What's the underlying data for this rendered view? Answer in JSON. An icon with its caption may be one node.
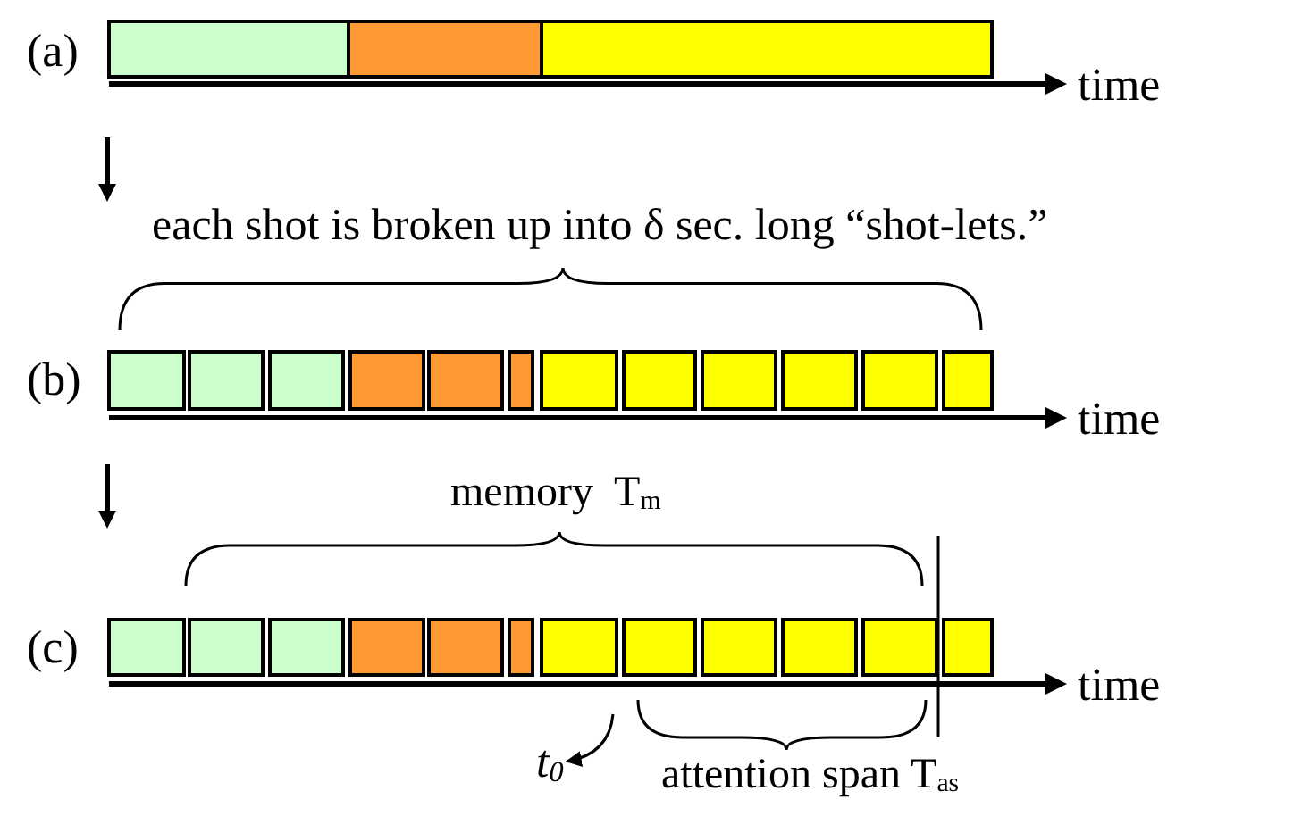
{
  "diagram": {
    "nodes": [
      {
        "text": [],
        "shape": "bar"
      },
      {
        "text": [
          "t$_{0}$"
        ]
      }
    ],
    "edges": [
      {
        "from": 0,
        "to": 1,
        "arrow": "to"
      }
    ],
    "labels": [
      "(a)",
      "time",
      "each shot is broken up into δ sec. long “shot-lets.”",
      "(b)",
      "time",
      "memory  T$_{m}$",
      "(c)",
      "time",
      "attention span T$_{as}$"
    ]
  }
}
